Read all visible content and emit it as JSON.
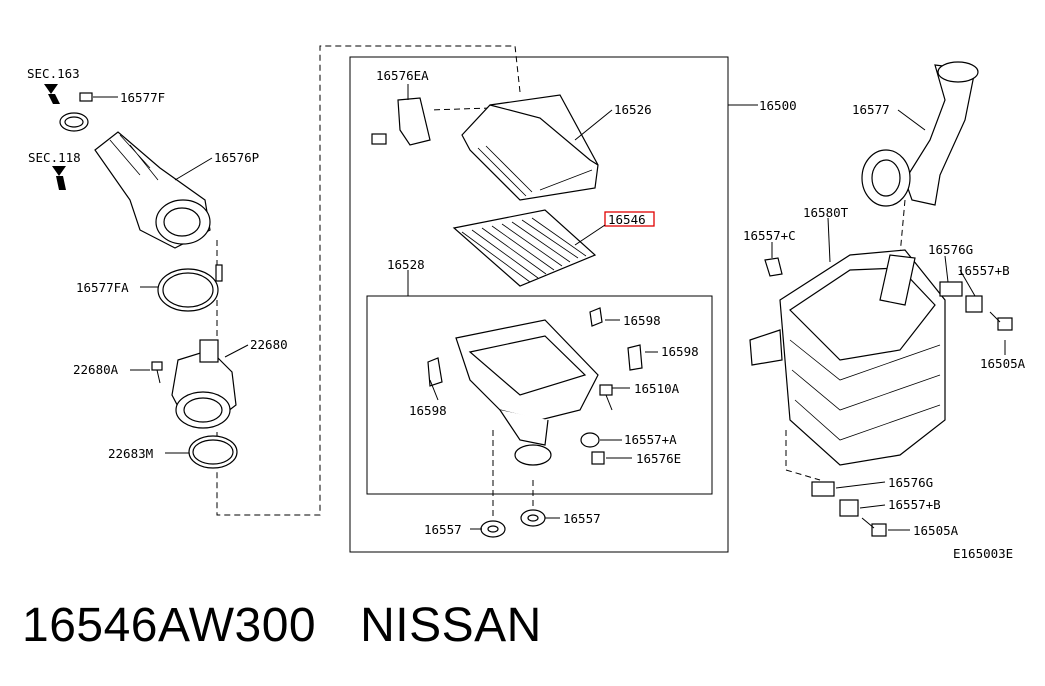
{
  "labels": {
    "sec163": "SEC.163",
    "sec118": "SEC.118",
    "p16577F": "16577F",
    "p16576P": "16576P",
    "p16577FA": "16577FA",
    "p22680": "22680",
    "p22680A": "22680A",
    "p22683M": "22683M",
    "p16576EA": "16576EA",
    "p16526": "16526",
    "p16500": "16500",
    "p16546": "16546",
    "p16528": "16528",
    "p16598a": "16598",
    "p16598b": "16598",
    "p16598c": "16598",
    "p16510A": "16510A",
    "p16557Aa": "16557+A",
    "p16576E": "16576E",
    "p16557a": "16557",
    "p16557b": "16557",
    "p16577": "16577",
    "p16580T": "16580T",
    "p16557C": "16557+C",
    "p16576Ga": "16576G",
    "p16557Ba": "16557+B",
    "p16505Aa": "16505A",
    "p16576Gb": "16576G",
    "p16557Bb": "16557+B",
    "p16505Ab": "16505A",
    "diagram_code": "E165003E"
  },
  "highlight_color": "#e00000",
  "caption": {
    "part_number": "16546AW300",
    "brand": "NISSAN"
  }
}
